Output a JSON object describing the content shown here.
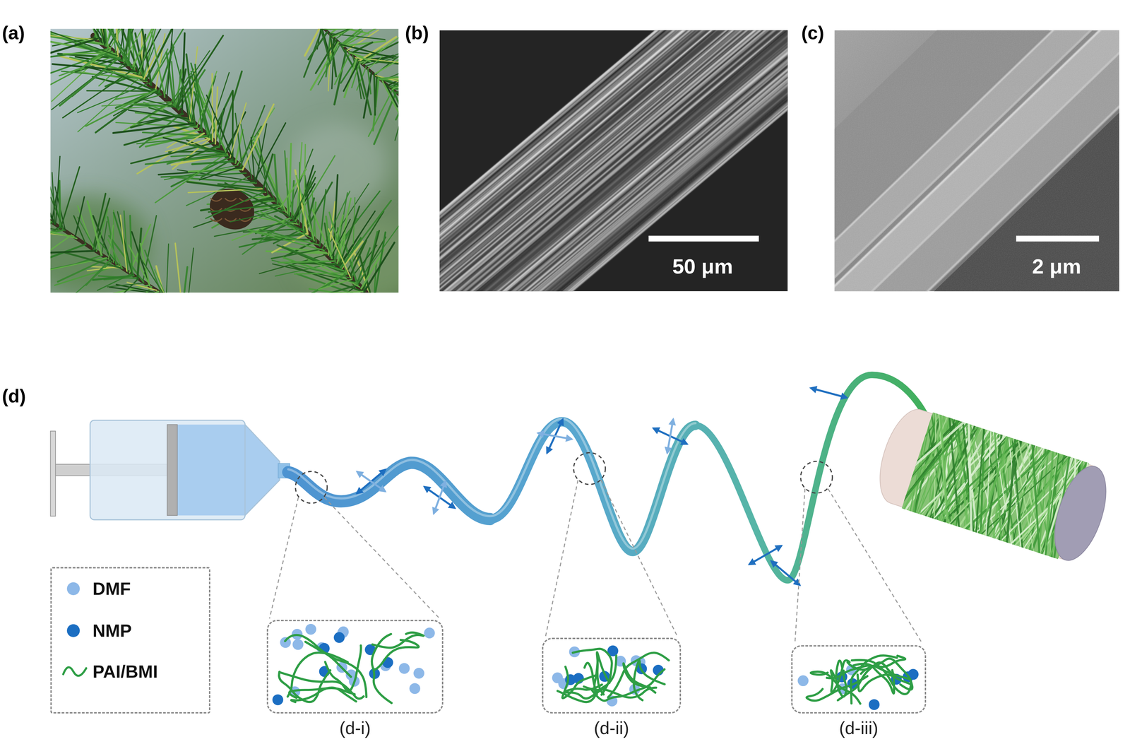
{
  "diagram": {
    "nodes": [
      {
        "text": [
          "(d-i)"
        ]
      },
      {
        "text": [
          "(d-ii)"
        ]
      },
      {
        "text": [
          "(d-iii)"
        ]
      }
    ],
    "labels": [
      "(a)",
      "(b)",
      "(c)",
      "50 μm",
      "2 μm",
      "(d)"
    ],
    "legend": [
      {
        "text": "DMF",
        "color": "#8db8e8"
      },
      {
        "text": "NMP",
        "color": "#1b6ec2"
      },
      {
        "text": "PAI/BMI"
      }
    ]
  }
}
